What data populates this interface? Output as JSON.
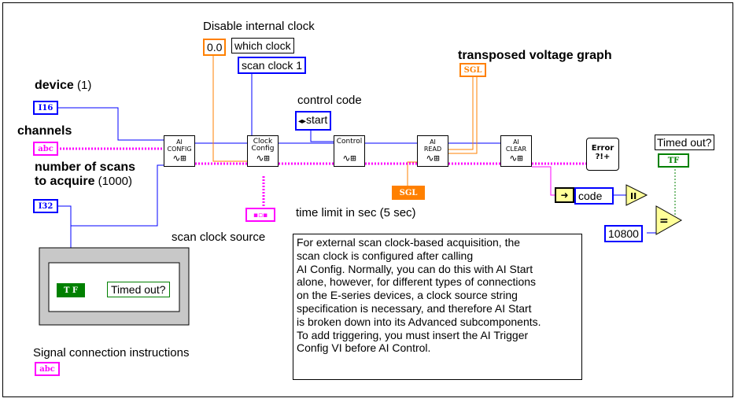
{
  "labels": {
    "disable_internal_clock": "Disable internal clock",
    "transposed_voltage_graph": "transposed voltage graph",
    "device": "device",
    "device_default": "(1)",
    "channels": "channels",
    "number_of_scans": "number of scans",
    "to_acquire": "to acquire",
    "to_acquire_default": "(1000)",
    "control_code": "control code",
    "scan_clock_source": "scan clock source",
    "time_limit": "time limit in sec (5 sec)",
    "signal_connection_instructions": "Signal connection instructions",
    "timed_out": "Timed out?"
  },
  "constants": {
    "zero": "0.0",
    "which_clock": "which clock",
    "scan_clock_1": "scan clock 1",
    "start": "start",
    "code": "code",
    "error_code_value": "10800",
    "timed_out_string": "Timed out?"
  },
  "terminals": {
    "i16": "I16",
    "abc": "abc",
    "i32": "I32",
    "sgl": "SGL",
    "tf": "TF",
    "t_f": "T F"
  },
  "vis": {
    "ai_config": "AI\nCONFIG",
    "clock_config": "Clock\nConfig",
    "control": "Control",
    "ai_read": "AI\nREAD",
    "ai_clear": "AI\nCLEAR",
    "error": "Error\n?!+"
  },
  "note": "For external scan clock-based acquisition, the\nscan clock is configured after calling\nAI Config.  Normally, you can do this with AI Start\nalone, however, for different types of connections\non the E-series devices, a clock source string\nspecification is necessary, and therefore AI Start\nis broken down into its Advanced subcomponents.\nTo add triggering, you must insert the AI Trigger\nConfig VI before AI Control.",
  "colors": {
    "integer_wire": "#0000ff",
    "float_wire": "#ff8000",
    "string_wire": "#ff00ff",
    "boolean_wire": "#008000"
  }
}
